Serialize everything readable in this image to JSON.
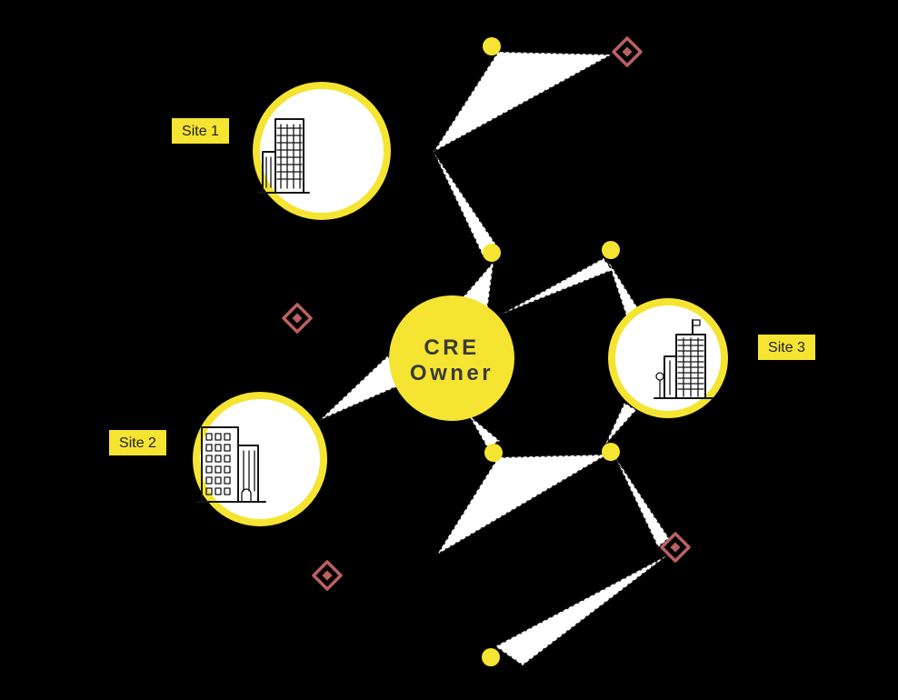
{
  "colors": {
    "background": "#000000",
    "node-yellow": "#F5E431",
    "beam-fill": "#FFFFFF",
    "line-dark": "#1A1A1A",
    "diamond-red": "#BB6063",
    "icon-ink": "#141414",
    "label-text": "#1E1E1E",
    "cre-text": "#3A3A3A"
  },
  "nodes": {
    "cre_owner": {
      "label_lines": [
        "CRE",
        "Owner"
      ]
    },
    "site1": {
      "label": "Site 1",
      "icon": "office-building-icon"
    },
    "site2": {
      "label": "Site 2",
      "icon": "apartment-building-icon"
    },
    "site3": {
      "label": "Site 3",
      "icon": "skyscraper-building-icon"
    }
  }
}
